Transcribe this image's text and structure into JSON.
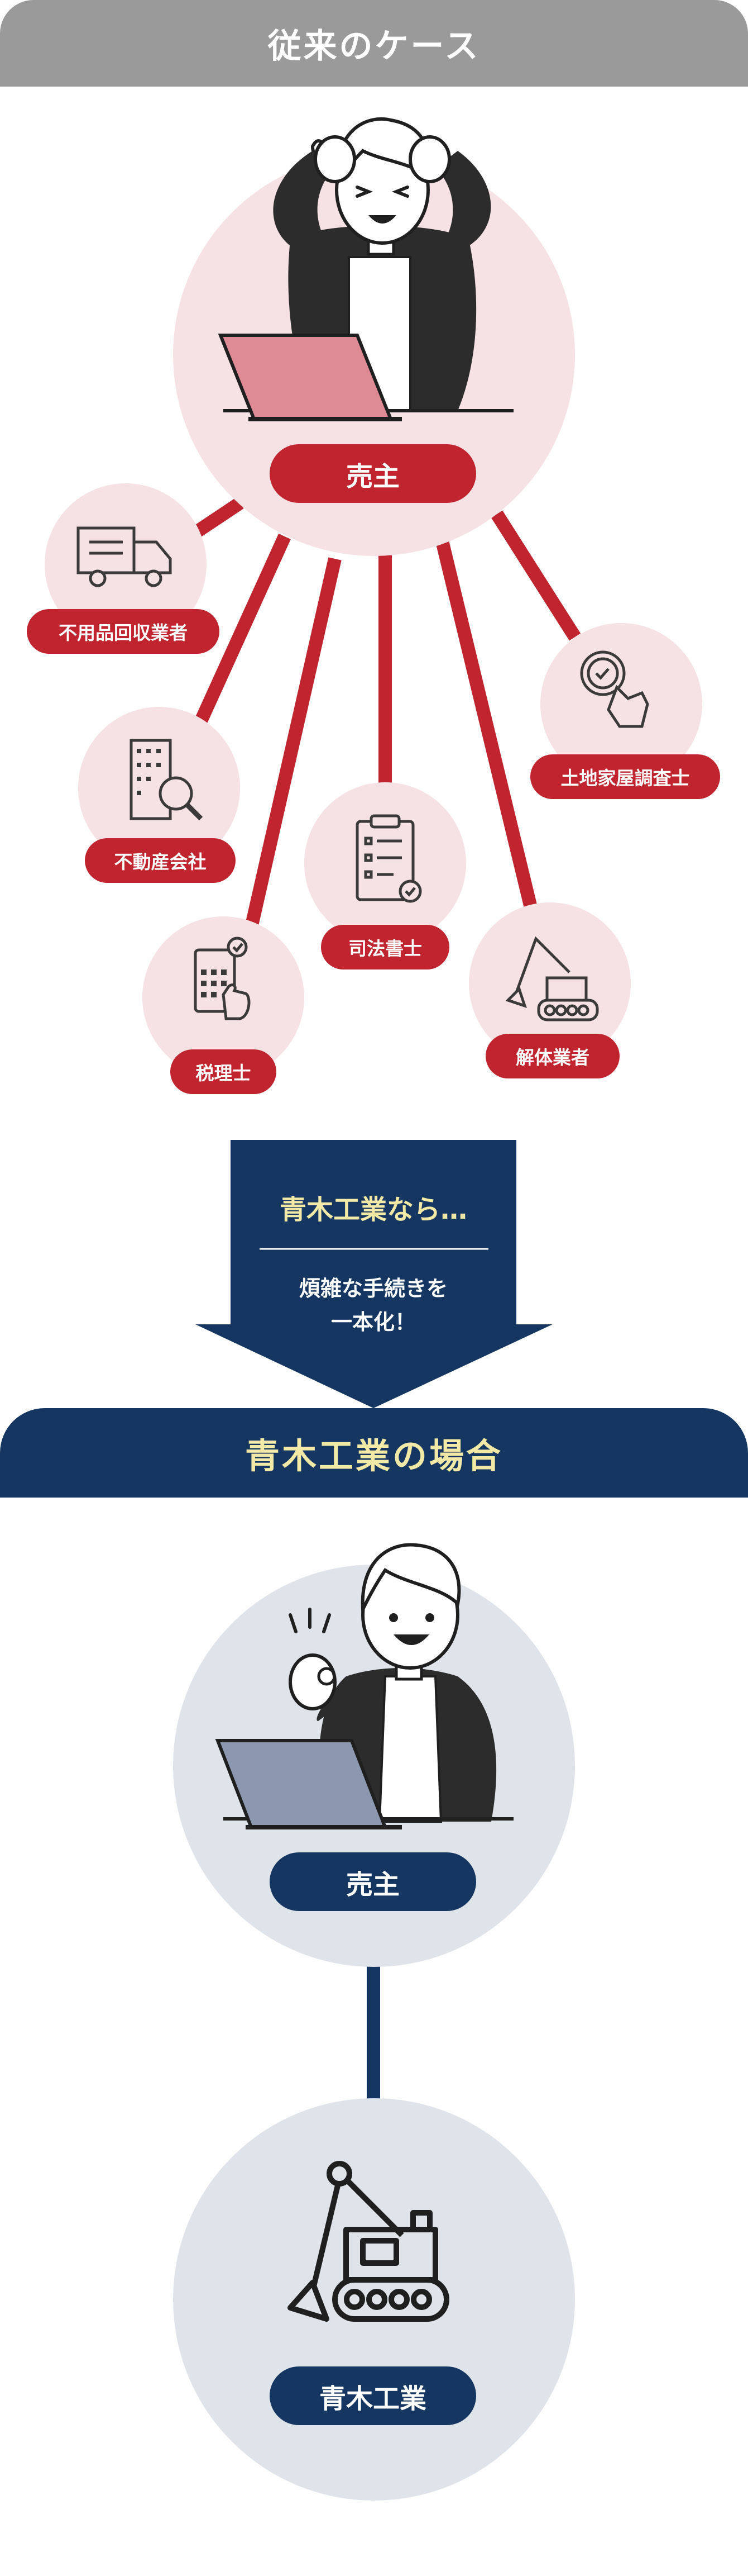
{
  "before": {
    "header": "従来のケース",
    "seller_label": "売主",
    "services": {
      "waste": "不用品回収業者",
      "realestate": "不動産会社",
      "tax": "税理士",
      "scrivener": "司法書士",
      "demolition": "解体業者",
      "surveyor": "土地家屋調査士"
    }
  },
  "arrow": {
    "title": "青木工業なら…",
    "line1": "煩雑な手続きを",
    "line2": "一本化！"
  },
  "after": {
    "header": "青木工業の場合",
    "seller_label": "売主",
    "company_label": "青木工業"
  },
  "colors": {
    "red": "#c0252f",
    "pink": "#f6e1e4",
    "navy": "#143660",
    "blue_gray": "#dfe3ea",
    "yellow_text": "#f3e9a6"
  }
}
